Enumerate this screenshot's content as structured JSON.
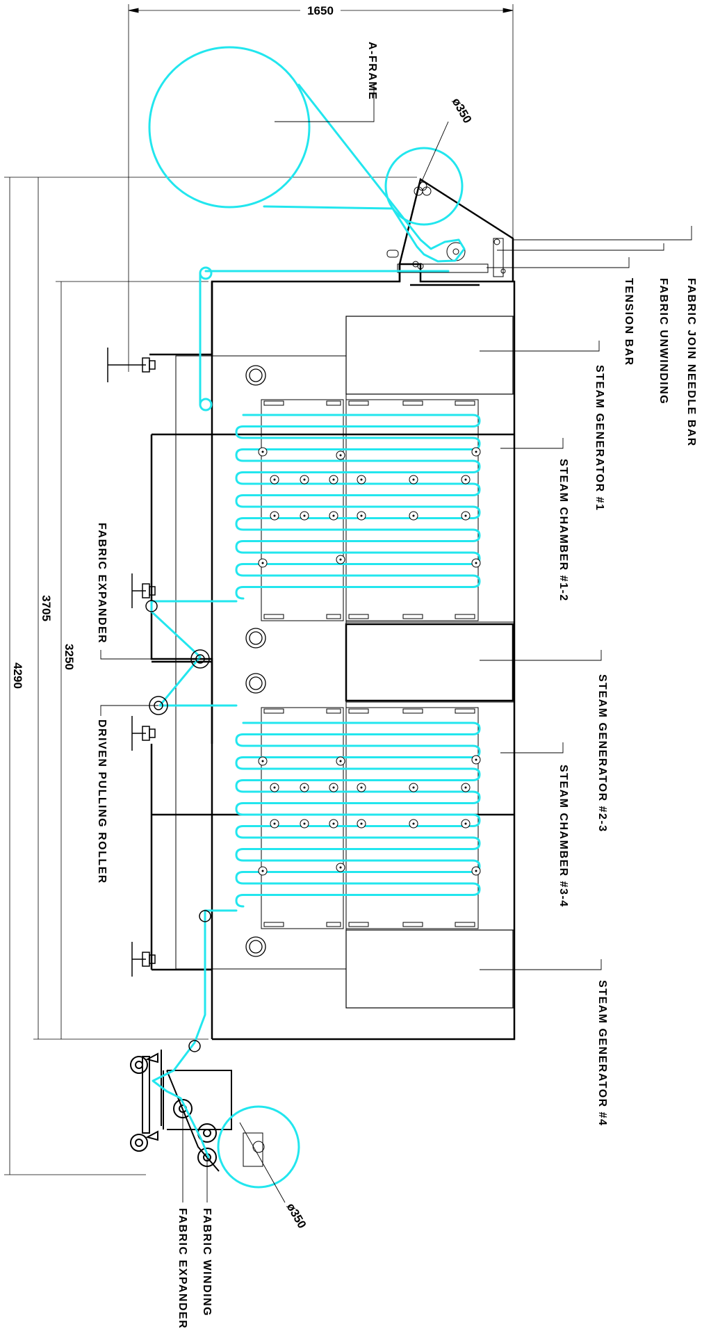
{
  "dimensions": {
    "overall_width": "1650",
    "overall_height": "4290",
    "chamber_height": "3705",
    "inner_height": "3250",
    "roller_top": "ø350",
    "roller_bottom": "ø350"
  },
  "labels": {
    "a_frame": "A-FRAME",
    "fabric_join_needle_bar": "FABRIC JOIN NEEDLE BAR",
    "fabric_unwinding": "FABRIC UNWINDING",
    "tension_bar": "TENSION BAR",
    "steam_generator_1": "STEAM GENERATOR #1",
    "steam_chamber_1_2": "STEAM CHAMBER #1-2",
    "steam_generator_2_3": "STEAM GENERATOR #2-3",
    "steam_chamber_3_4": "STEAM CHAMBER #3-4",
    "steam_generator_4": "STEAM GENERATOR #4",
    "fabric_expander_mid": "FABRIC EXPANDER",
    "driven_pulling_roller": "DRIVEN PULLING ROLLER",
    "fabric_winding": "FABRIC WINDING",
    "fabric_expander_bottom": "FABRIC EXPANDER"
  },
  "colors": {
    "fabric_path": "#22e6ee",
    "structure": "#000000"
  }
}
